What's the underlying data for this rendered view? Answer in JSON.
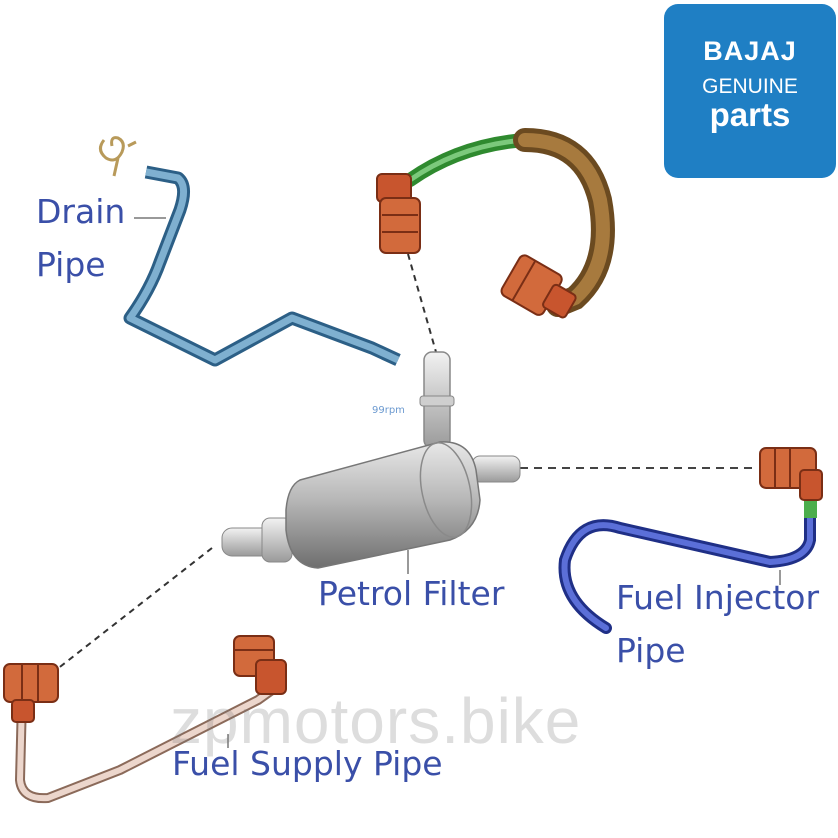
{
  "labels": {
    "drain_pipe_line1": "Drain",
    "drain_pipe_line2": "Pipe",
    "petrol_filter": "Petrol Filter",
    "fuel_injector_line1": "Fuel Injector",
    "fuel_injector_line2": "Pipe",
    "fuel_supply_pipe": "Fuel Supply Pipe"
  },
  "logo": {
    "brand": "BAJAJ",
    "line2": "GENUINE",
    "line3": "parts"
  },
  "watermark": "zpmotors.bike",
  "small_mark": "99rpm",
  "colors": {
    "label_text": "#3a4fa8",
    "logo_bg": "#1f7fc4",
    "drain_pipe": "#4a7fa6",
    "connector": "#c8552e",
    "injector_pipe": "#3a4db8",
    "supply_pipe": "#d9b8a8",
    "filter_body": "#a8a8a8"
  }
}
